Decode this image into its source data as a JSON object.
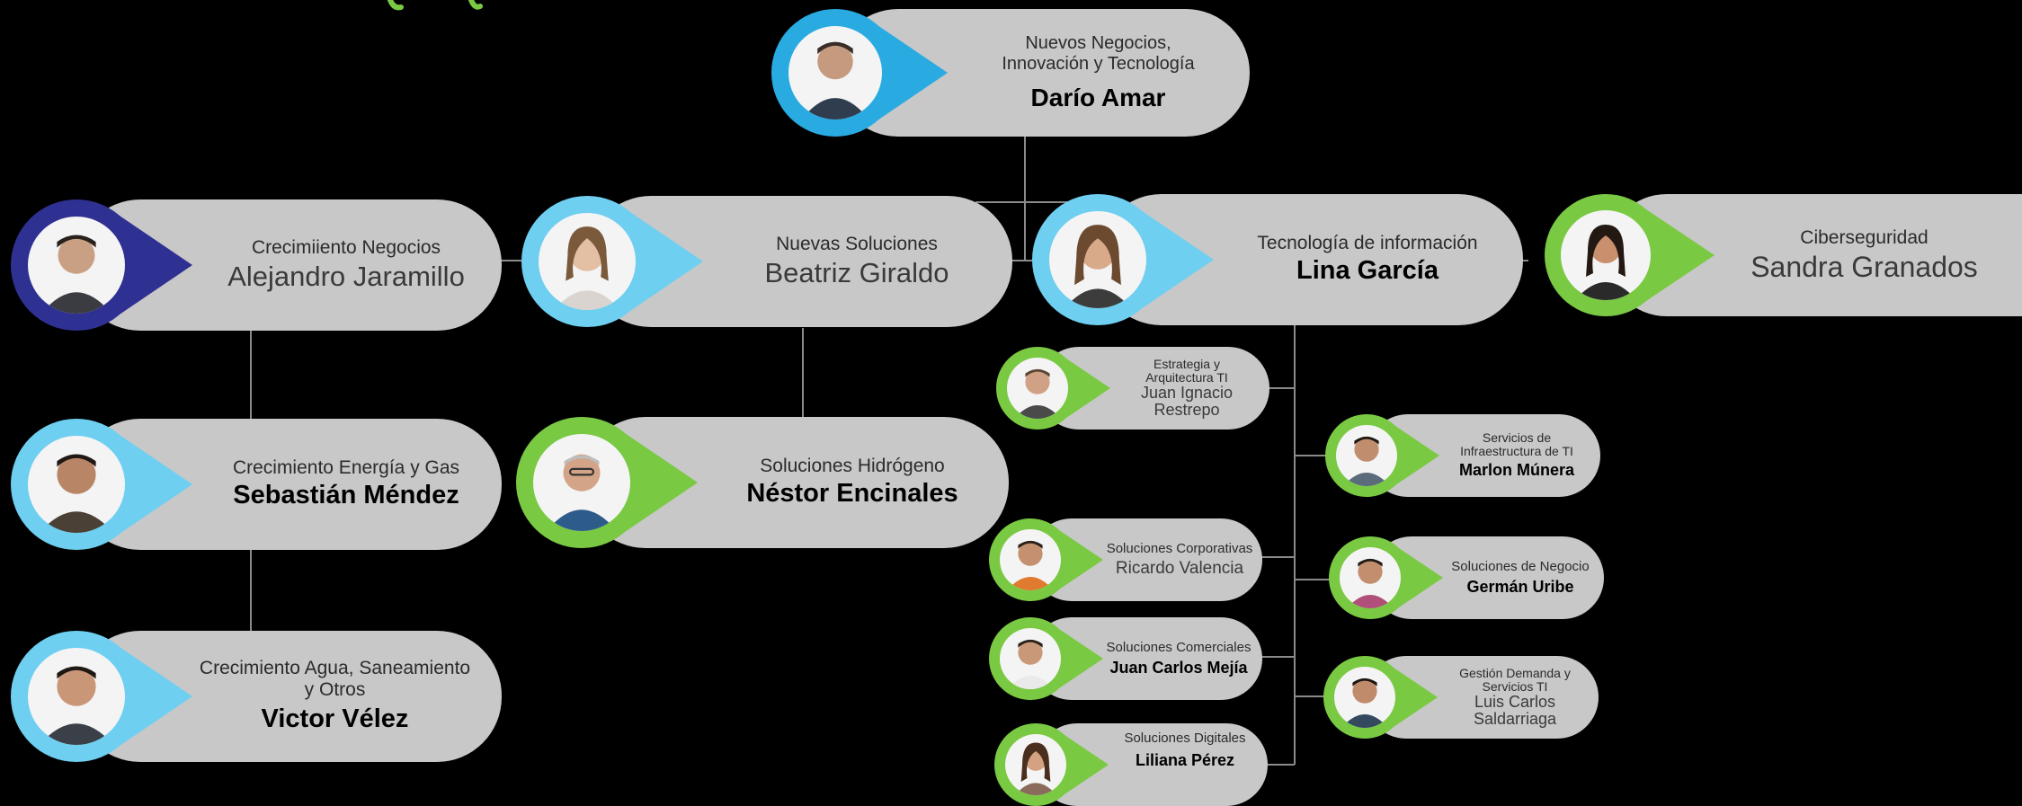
{
  "colors": {
    "background": "#000000",
    "pill": "#c8c8c8",
    "connector": "#8a8a8a",
    "accent_blue": "#29abe2",
    "accent_light_blue": "#6ecff1",
    "accent_navy": "#2e3192",
    "accent_green": "#7ac943"
  },
  "nodes": [
    {
      "role": "Nuevos Negocios,\nInnovación y Tecnología",
      "name": "Darío Amar",
      "accent": "blue"
    },
    {
      "role": "Crecimiiento Negocios",
      "name": "Alejandro Jaramillo",
      "accent": "navy"
    },
    {
      "role": "Nuevas Soluciones",
      "name": "Beatriz Giraldo",
      "accent": "light_blue"
    },
    {
      "role": "Tecnología de información",
      "name": "Lina García",
      "accent": "light_blue"
    },
    {
      "role": "Ciberseguridad",
      "name": "Sandra Granados",
      "accent": "green"
    },
    {
      "role": "Crecimiento Energía y Gas",
      "name": "Sebastián Méndez",
      "accent": "light_blue"
    },
    {
      "role": "Soluciones Hidrógeno",
      "name": "Néstor Encinales",
      "accent": "green"
    },
    {
      "role": "Crecimiento Agua, Saneamiento\ny Otros",
      "name": "Victor Vélez",
      "accent": "light_blue"
    },
    {
      "role": "Estrategia y\nArquitectura TI",
      "name": "Juan Ignacio\nRestrepo",
      "accent": "green"
    },
    {
      "role": "Servicios de\nInfraestructura de TI",
      "name": "Marlon Múnera",
      "accent": "green"
    },
    {
      "role": "Soluciones Corporativas",
      "name": "Ricardo Valencia",
      "accent": "green"
    },
    {
      "role": "Soluciones de Negocio",
      "name": "Germán Uribe",
      "accent": "green"
    },
    {
      "role": "Soluciones Comerciales",
      "name": "Juan Carlos Mejía",
      "accent": "green"
    },
    {
      "role": "Gestión Demanda y\nServicios TI",
      "name": "Luis Carlos\nSaldarriaga",
      "accent": "green"
    },
    {
      "role": "Soluciones Digitales",
      "name": "Liliana Pérez",
      "accent": "green"
    }
  ]
}
